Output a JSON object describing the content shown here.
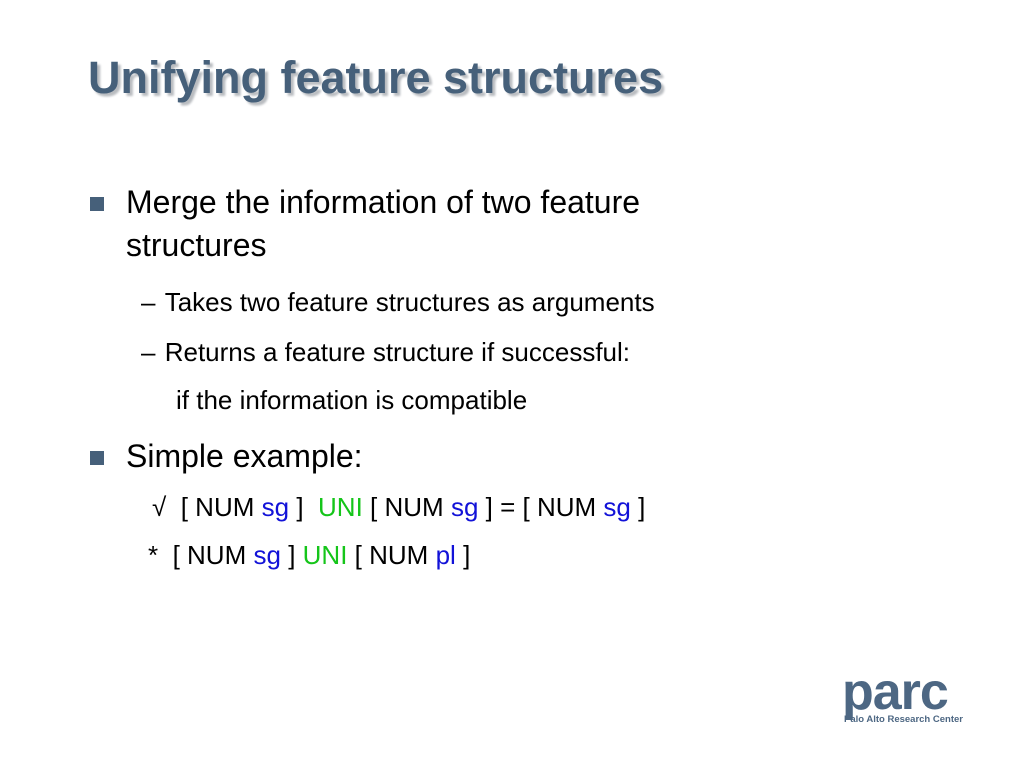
{
  "slide": {
    "title": "Unifying feature structures",
    "bullets": [
      {
        "line1": "Merge the information of two feature",
        "line2": "structures",
        "subitems": [
          {
            "dash": "–",
            "text": "Takes two feature structures as arguments"
          },
          {
            "dash": "–",
            "text": "Returns a feature structure if successful:"
          }
        ],
        "continuation": "if the information is compatible"
      },
      {
        "text": "Simple example:"
      }
    ],
    "example1": {
      "mark": "√",
      "open1": "[ NUM",
      "val1": "sg",
      "close1": "]",
      "op": "UNI",
      "open2": "[ NUM",
      "val2": "sg",
      "eq": "] = [ NUM",
      "val3": "sg",
      "close3": "]"
    },
    "example2": {
      "mark": "*",
      "open1": "[ NUM",
      "val1": "sg",
      "close1": "]",
      "op": "UNI",
      "open2": "[ NUM",
      "val2": "pl",
      "close2": "]"
    }
  },
  "logo": {
    "word": "parc",
    "sub": "Palo Alto Research Center"
  },
  "colors": {
    "title": "#46607a",
    "bullet": "#46607a",
    "value": "#1212d8",
    "operator": "#15c51a",
    "logo": "#4d6783"
  }
}
